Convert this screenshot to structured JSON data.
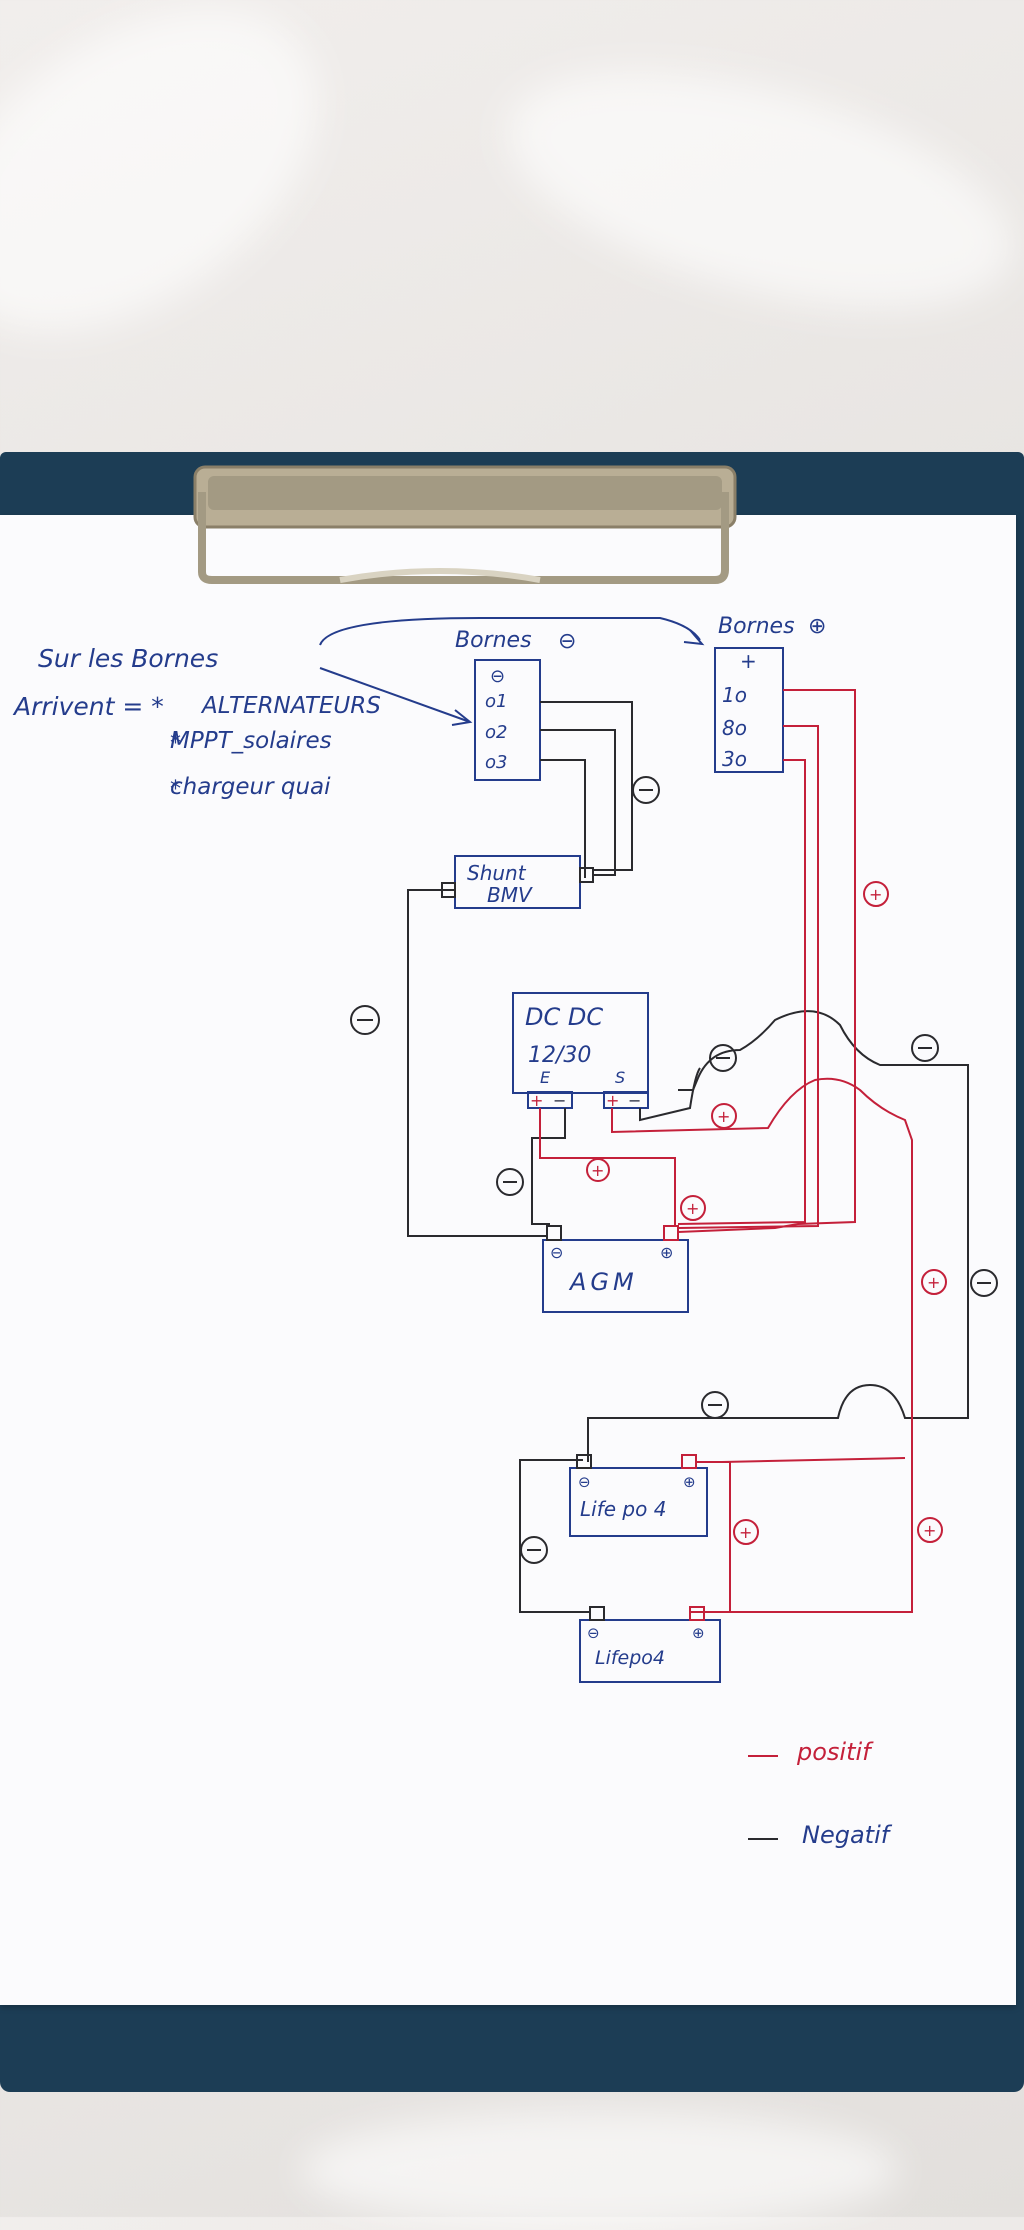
{
  "notes": {
    "line1": "Sur les Bornes",
    "line2": "Arrivent = *",
    "items": [
      "ALTERNATEURS",
      "MPPT_solaires",
      "chargeur quai"
    ]
  },
  "terminals_negative": {
    "title": "Bornes",
    "symbol": "⊖",
    "rows": [
      "⊖",
      "o1",
      "o2",
      "o3"
    ]
  },
  "terminals_positive": {
    "title": "Bornes",
    "symbol": "⊕",
    "rows": [
      "+",
      "1o",
      "8o",
      "3o"
    ]
  },
  "shunt": {
    "line1": "Shunt",
    "line2": "BMV"
  },
  "dcdc": {
    "line1": "DC DC",
    "line2": "12/30",
    "input": "E",
    "output": "S"
  },
  "agm": {
    "label": "AGM"
  },
  "lifepo_top": {
    "label": "Life po 4"
  },
  "lifepo_bottom": {
    "label": "Lifepo4"
  },
  "legend": {
    "positive": "positif",
    "negative": "Negatif"
  },
  "colors": {
    "negative_wire": "#2a2a2e",
    "positive_wire": "#c4203a",
    "ink": "#243c8c"
  }
}
